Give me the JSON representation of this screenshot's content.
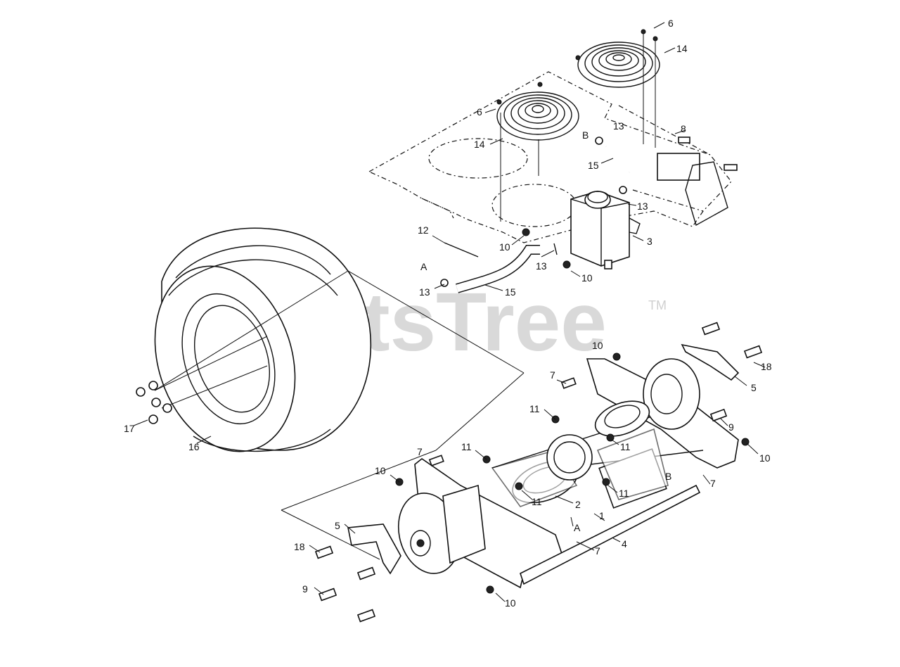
{
  "watermark": {
    "text": "PartsTree",
    "trademark": "TM"
  },
  "callouts": [
    {
      "id": "c6a",
      "text": "6"
    },
    {
      "id": "c14a",
      "text": "14"
    },
    {
      "id": "c6b",
      "text": "6"
    },
    {
      "id": "c14b",
      "text": "14"
    },
    {
      "id": "cB1",
      "text": "B"
    },
    {
      "id": "c13a",
      "text": "13"
    },
    {
      "id": "c8",
      "text": "8"
    },
    {
      "id": "c15a",
      "text": "15"
    },
    {
      "id": "c13b",
      "text": "13"
    },
    {
      "id": "c3",
      "text": "3"
    },
    {
      "id": "c12",
      "text": "12"
    },
    {
      "id": "c10a",
      "text": "10"
    },
    {
      "id": "c13c",
      "text": "13"
    },
    {
      "id": "c10b",
      "text": "10"
    },
    {
      "id": "cA1",
      "text": "A"
    },
    {
      "id": "c13d",
      "text": "13"
    },
    {
      "id": "c15b",
      "text": "15"
    },
    {
      "id": "c10c",
      "text": "10"
    },
    {
      "id": "c18a",
      "text": "18"
    },
    {
      "id": "c5a",
      "text": "5"
    },
    {
      "id": "c7a",
      "text": "7"
    },
    {
      "id": "c11a",
      "text": "11"
    },
    {
      "id": "c9a",
      "text": "9"
    },
    {
      "id": "c11b",
      "text": "11"
    },
    {
      "id": "c10d",
      "text": "10"
    },
    {
      "id": "c17",
      "text": "17"
    },
    {
      "id": "c16",
      "text": "16"
    },
    {
      "id": "c7b",
      "text": "7"
    },
    {
      "id": "c11c",
      "text": "11"
    },
    {
      "id": "c10e",
      "text": "10"
    },
    {
      "id": "cB2",
      "text": "B"
    },
    {
      "id": "c7c",
      "text": "7"
    },
    {
      "id": "c11d",
      "text": "11"
    },
    {
      "id": "c11e",
      "text": "11"
    },
    {
      "id": "c2",
      "text": "2"
    },
    {
      "id": "c1",
      "text": "1"
    },
    {
      "id": "cA2",
      "text": "A"
    },
    {
      "id": "c5b",
      "text": "5"
    },
    {
      "id": "c7d",
      "text": "7"
    },
    {
      "id": "c4",
      "text": "4"
    },
    {
      "id": "c18b",
      "text": "18"
    },
    {
      "id": "c9b",
      "text": "9"
    },
    {
      "id": "c10f",
      "text": "10"
    }
  ]
}
